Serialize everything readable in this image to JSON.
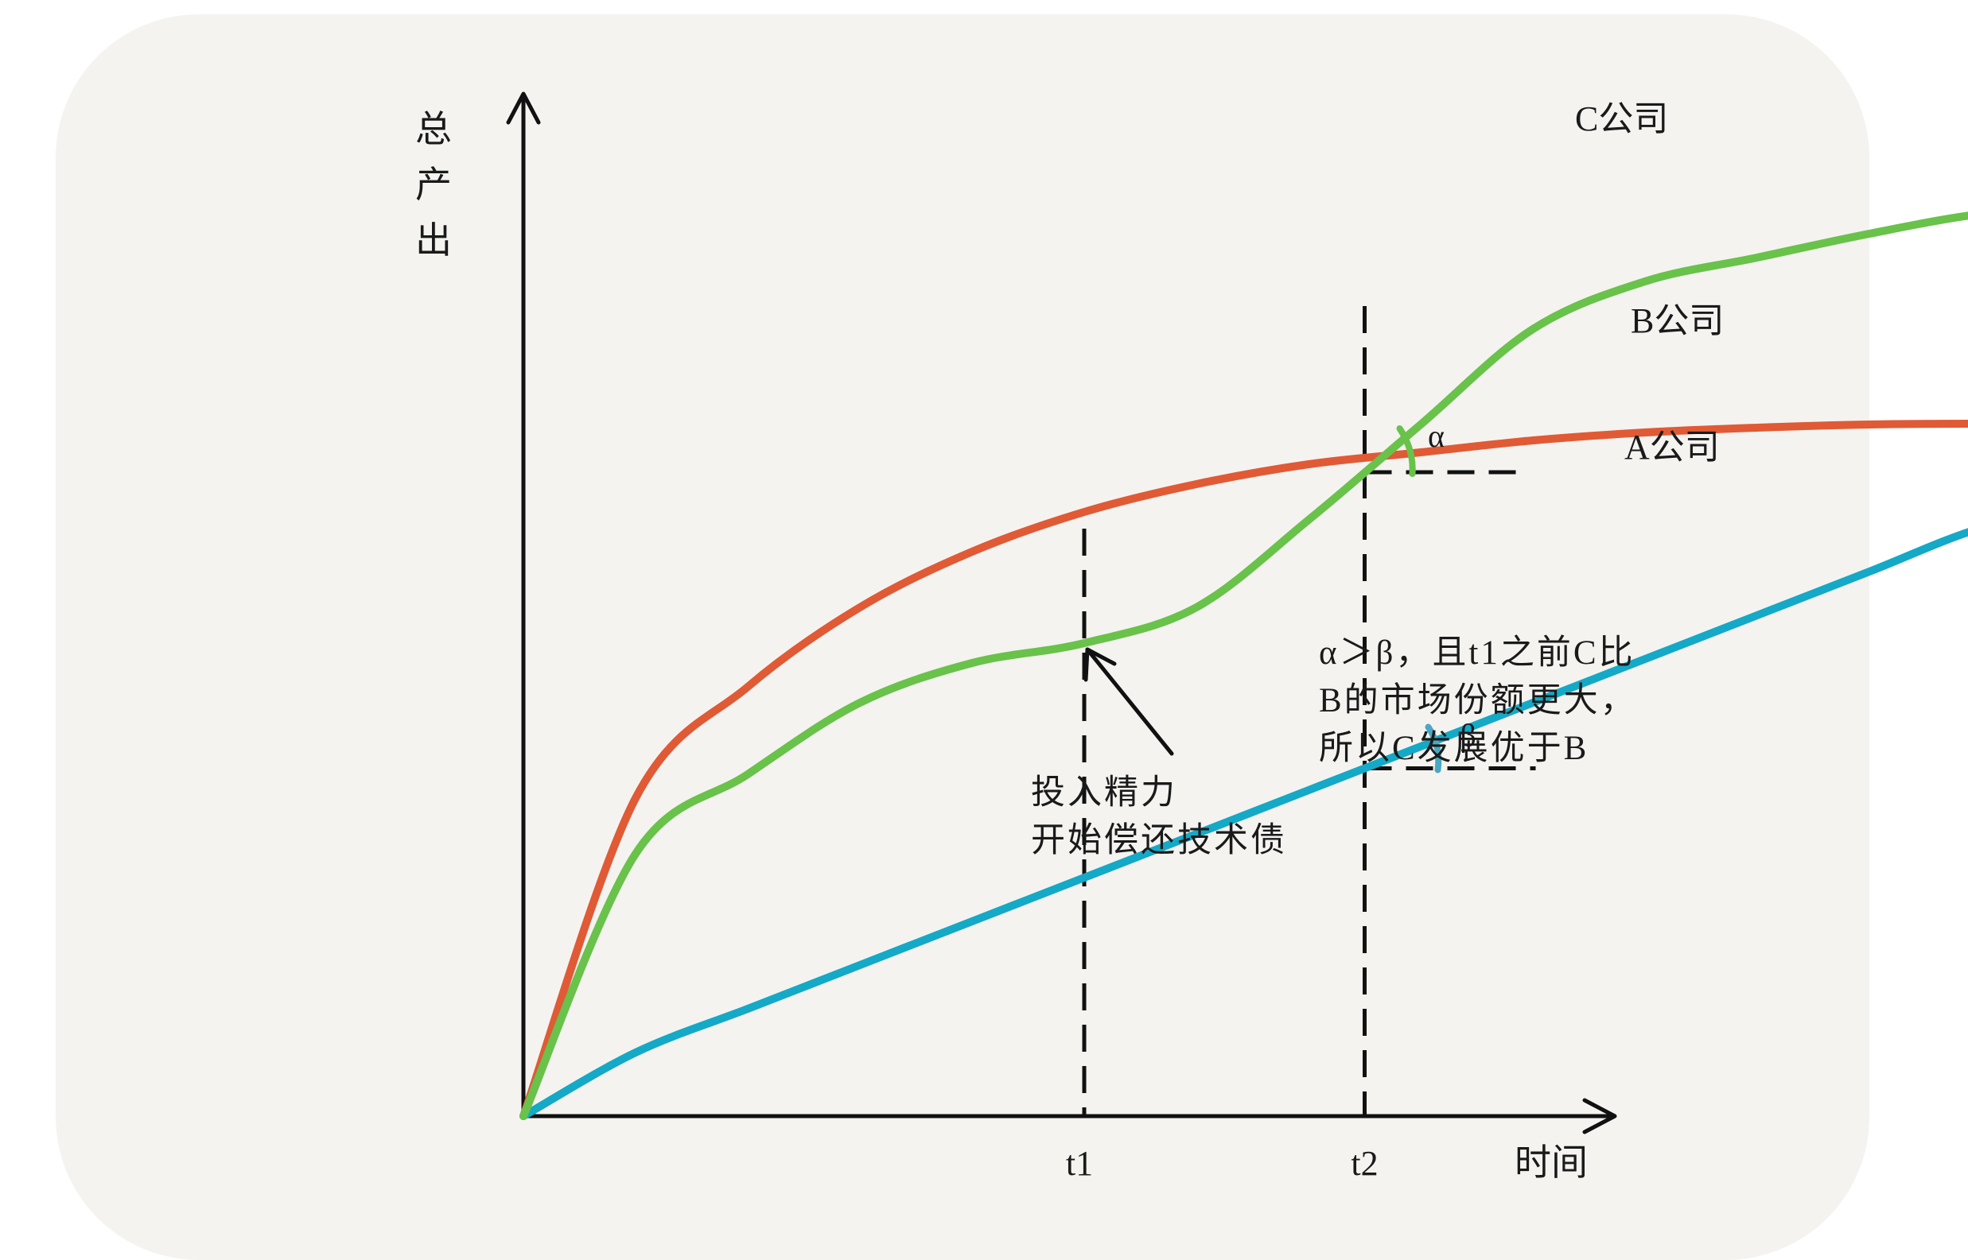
{
  "chart_data": {
    "type": "line",
    "title": "",
    "xlabel": "时间",
    "ylabel": "总产出",
    "x_ticks": [
      "t1",
      "t2"
    ],
    "grid": false,
    "x": [
      0,
      1,
      2,
      3,
      4,
      5,
      6,
      7,
      8,
      9,
      10,
      11,
      12,
      13,
      14
    ],
    "t1": 5,
    "t2": 7.5,
    "series": [
      {
        "name": "A公司",
        "color": "#e05a35",
        "values": [
          0,
          40,
          54,
          64,
          71,
          76,
          79.5,
          82,
          83.5,
          85,
          86,
          86.6,
          87,
          87.1,
          87
        ]
      },
      {
        "name": "B公司",
        "color": "#14a9c6",
        "values": [
          0,
          8,
          13.5,
          19,
          24.5,
          30,
          35.5,
          41,
          46.5,
          52,
          57.5,
          63,
          68.5,
          74,
          77
        ]
      },
      {
        "name": "C公司",
        "color": "#69c24a",
        "values": [
          0,
          33,
          43,
          52,
          57,
          59.5,
          64,
          75,
          87,
          99,
          105,
          108,
          111,
          113.5,
          114.5
        ]
      }
    ],
    "angle_labels": {
      "alpha": "α",
      "beta": "β"
    },
    "annotations": {
      "t1_note": [
        "投入精力",
        "开始偿还技术债"
      ],
      "conclusion": [
        "α＞β，且t1之前C比",
        "B的市场份额更大，",
        "所以C发展优于B"
      ]
    }
  }
}
